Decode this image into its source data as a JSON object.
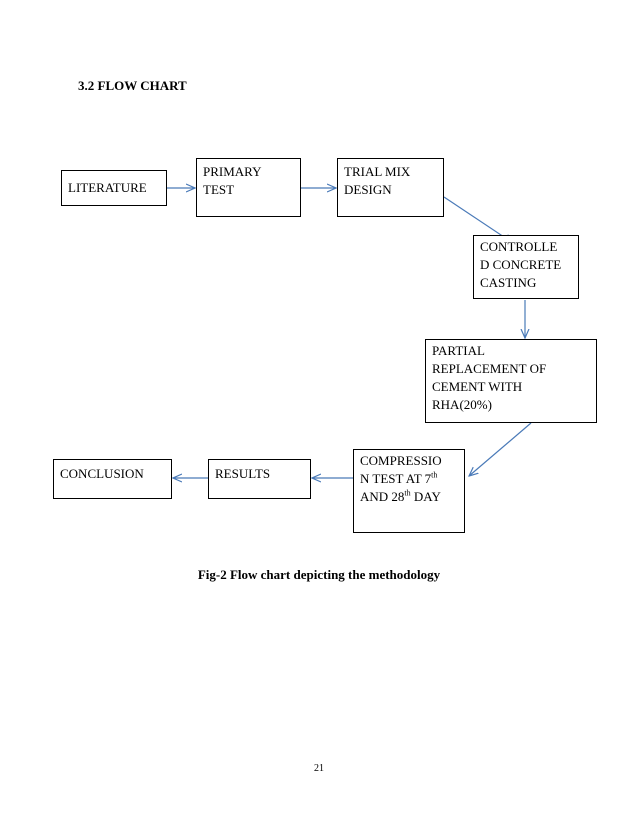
{
  "heading": "3.2 FLOW CHART",
  "boxes": {
    "literature": [
      "LITERATURE"
    ],
    "primary_test": [
      "PRIMARY",
      "TEST"
    ],
    "trial_mix": [
      "TRIAL MIX",
      "DESIGN"
    ],
    "controlled": [
      "CONTROLLE",
      "D CONCRETE",
      "CASTING"
    ],
    "partial": [
      "PARTIAL",
      "REPLACEMENT OF",
      "CEMENT WITH",
      "RHA(20%)"
    ],
    "compression": {
      "line1": "COMPRESSIO",
      "line2_text": "N TEST AT 7",
      "line2_sup": "th",
      "line3_pre": "AND 28",
      "line3_sup": "th",
      "line3_post": " DAY"
    },
    "results": [
      "RESULTS"
    ],
    "conclusion": [
      "CONCLUSION"
    ]
  },
  "caption": "Fig-2 Flow chart depicting the methodology",
  "page_number": "21",
  "colors": {
    "arrow": "#4a7ab8",
    "border": "#000000"
  }
}
